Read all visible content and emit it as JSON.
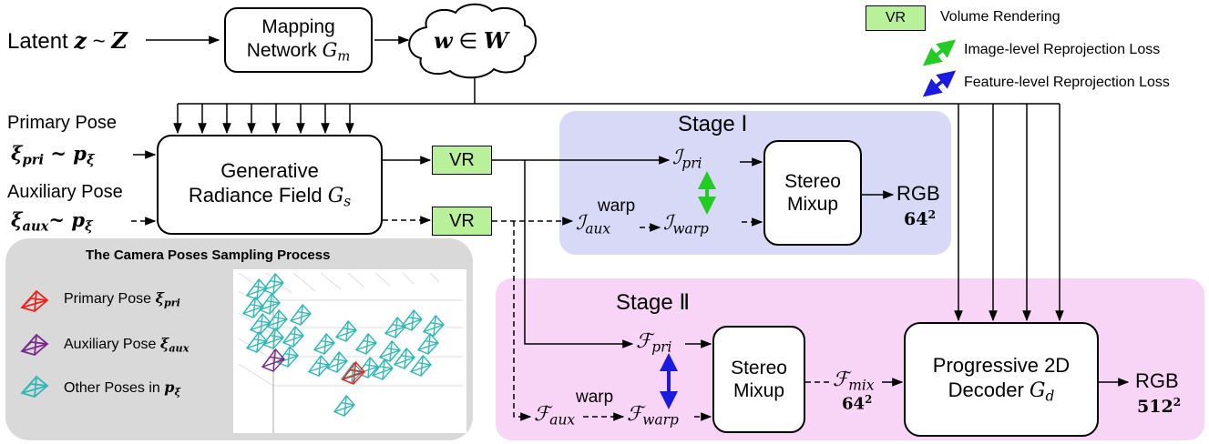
{
  "latent": {
    "text": "Latent ",
    "z": "z",
    "sim": " ~ ",
    "Z": "Z"
  },
  "mapping": {
    "line1": "Mapping",
    "line2": "Network ",
    "sym": "G",
    "sub": "m"
  },
  "w_cloud": {
    "w": "w",
    "in": " ∈ ",
    "W": "W"
  },
  "legend": {
    "vr_box": "VR",
    "vr_label": "Volume Rendering",
    "image_loss": "Image-level Reprojection Loss",
    "feature_loss": "Feature-level Reprojection Loss"
  },
  "primary_pose": {
    "label": "Primary Pose",
    "xi": "ξ",
    "sub": "pri",
    "dist": " ~  p",
    "dsub": "ξ"
  },
  "aux_pose": {
    "label": "Auxiliary Pose",
    "xi": "ξ",
    "sub": "aux",
    "dist": "~  p",
    "dsub": "ξ"
  },
  "generator": {
    "line1": "Generative",
    "line2": "Radiance Field ",
    "sym": "G",
    "sub": "s"
  },
  "vr_top": "VR",
  "vr_bottom": "VR",
  "stage1": {
    "title": "Stage Ⅰ",
    "i_pri": {
      "sym": "ℐ",
      "sub": "pri"
    },
    "i_aux": {
      "sym": "ℐ",
      "sub": "aux"
    },
    "i_warp": {
      "sym": "ℐ",
      "sub": "warp"
    },
    "warp": "warp",
    "mixup": {
      "line1": "Stereo",
      "line2": "Mixup"
    },
    "out_rgb": "RGB",
    "out_res": "64",
    "out_exp": "2"
  },
  "stage2": {
    "title": "Stage Ⅱ",
    "f_pri": {
      "sym": "ℱ",
      "sub": "pri"
    },
    "f_aux": {
      "sym": "ℱ",
      "sub": "aux"
    },
    "f_warp": {
      "sym": "ℱ",
      "sub": "warp"
    },
    "f_mix": {
      "sym": "ℱ",
      "sub": "mix"
    },
    "mix_res": "64",
    "mix_exp": "2",
    "warp": "warp",
    "mixup": {
      "line1": "Stereo",
      "line2": "Mixup"
    },
    "decoder": {
      "line1": "Progressive 2D",
      "line2": "Decoder ",
      "sym": "G",
      "sub": "d"
    },
    "out_rgb": "RGB",
    "out_res": "512",
    "out_exp": "2"
  },
  "sampling": {
    "title": "The Camera Poses Sampling Process",
    "items": [
      {
        "label": "Primary Pose ",
        "sym": "ξ",
        "sub": "pri",
        "color": "#e8251f"
      },
      {
        "label": "Auxiliary Pose ",
        "sym": "ξ",
        "sub": "aux",
        "color": "#7a2a8c"
      },
      {
        "label": "Other Poses in ",
        "sym": "p",
        "sub": "ξ",
        "color": "#2fb8b8"
      }
    ]
  },
  "colors": {
    "stage1_bg": "#d8d8f7",
    "stage2_bg": "#f8d4f6",
    "vr_fill": "#b9f09a",
    "image_loss": "#22cc22",
    "feature_loss": "#1a1ae0",
    "sampling_bg": "#d9d9d9"
  }
}
